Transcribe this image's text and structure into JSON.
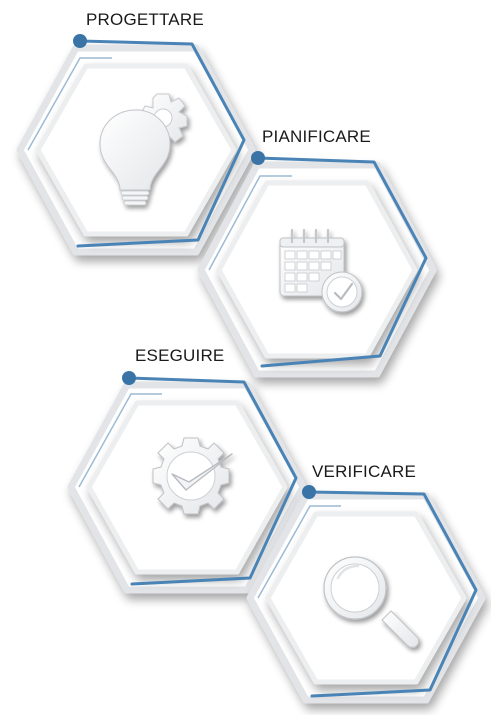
{
  "colors": {
    "accent": "#3f7fb4",
    "dot": "#3a74a6",
    "shadow": "#b7bcc2"
  },
  "steps": [
    {
      "label": "PROGETTARE",
      "icon": "lightbulb-gear-icon"
    },
    {
      "label": "PIANIFICARE",
      "icon": "calendar-clock-icon"
    },
    {
      "label": "ESEGUIRE",
      "icon": "gear-check-icon"
    },
    {
      "label": "VERIFICARE",
      "icon": "magnifier-icon"
    }
  ]
}
